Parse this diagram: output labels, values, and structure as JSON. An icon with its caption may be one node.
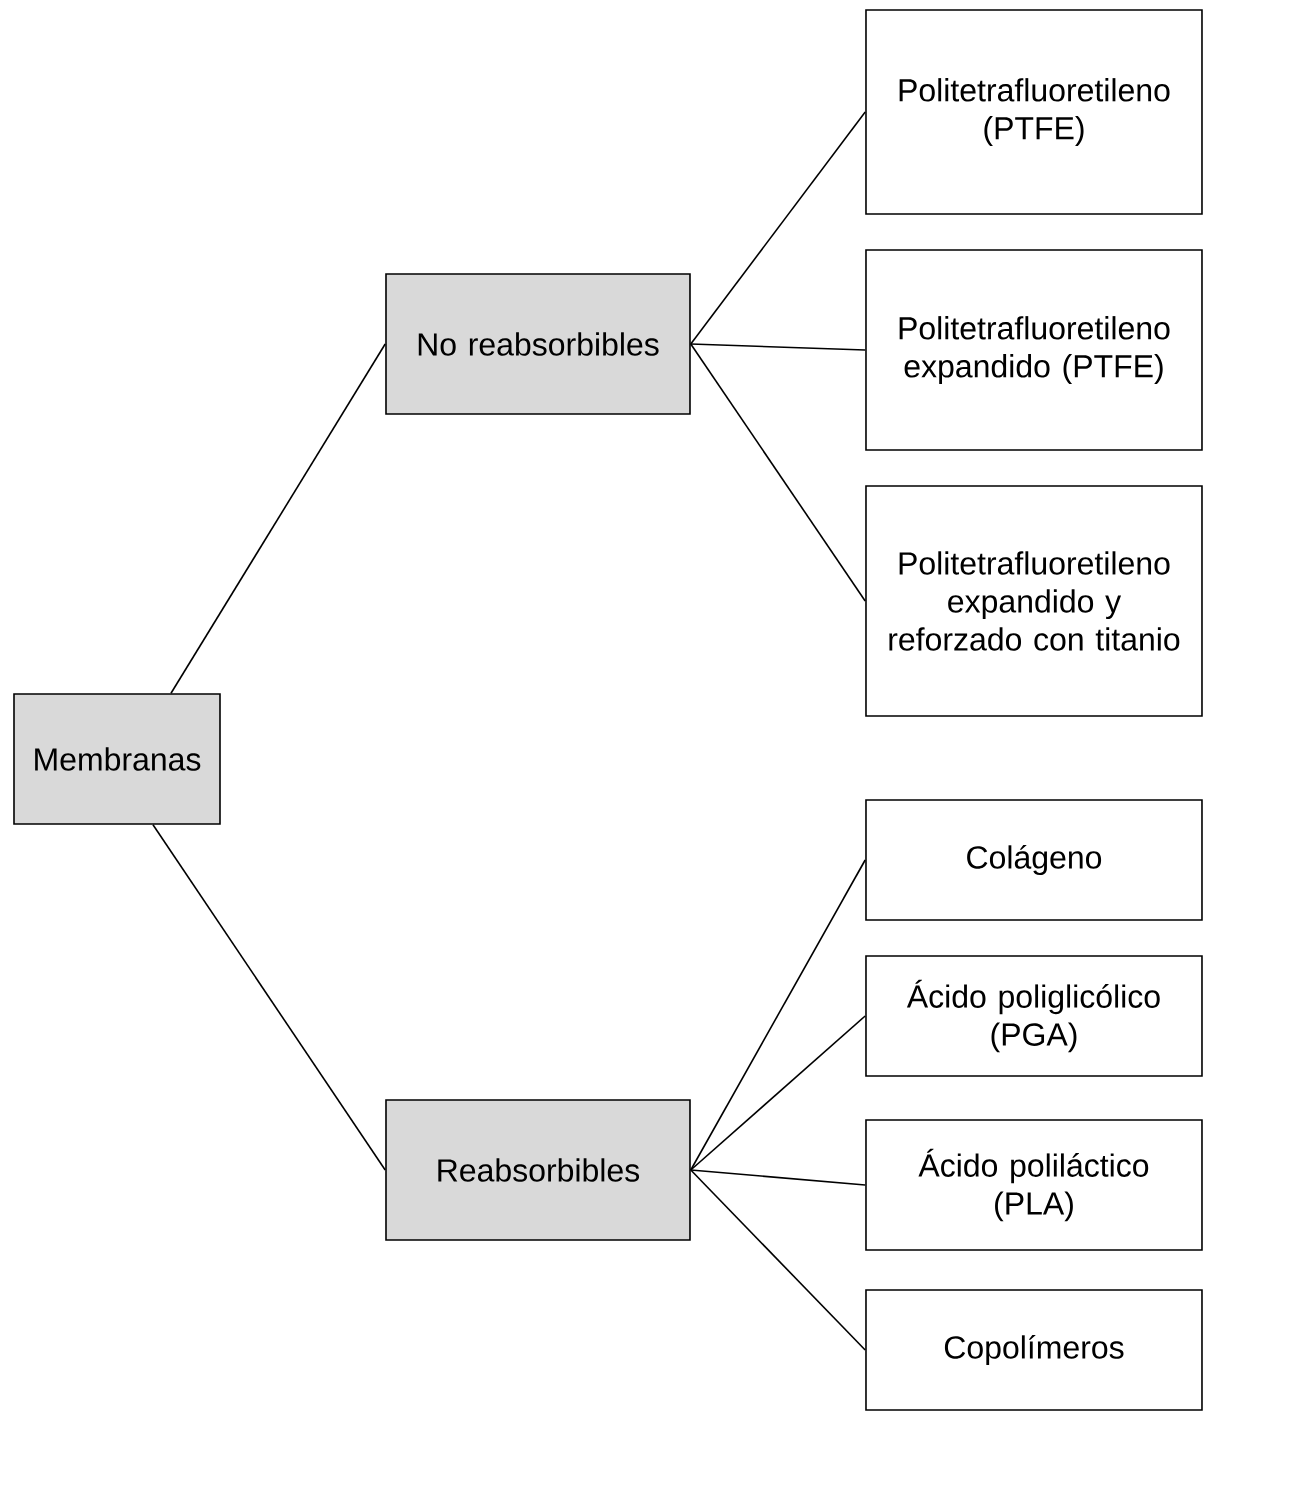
{
  "diagram": {
    "nodes": [
      {
        "text": [
          "Membranas"
        ]
      },
      {
        "text": [
          "No reabsorbibles"
        ]
      },
      {
        "text": [
          "Reabsorbibles"
        ]
      },
      {
        "text": [
          "Politetrafluoretileno (PTFE)"
        ]
      },
      {
        "text": [
          "Politetrafluoretileno expandido (PTFE)"
        ]
      },
      {
        "text": [
          "Politetrafluoretileno expandido y reforzado con titanio"
        ]
      },
      {
        "text": [
          "Colágeno"
        ]
      },
      {
        "text": [
          "Ácido poliglicólico (PGA)"
        ]
      },
      {
        "text": [
          "Ácido poliláctico (PLA)"
        ]
      },
      {
        "text": [
          "Copolímeros"
        ]
      }
    ],
    "edges": [
      {
        "from": 0,
        "to": 1,
        "arrow": "none"
      },
      {
        "from": 0,
        "to": 2,
        "arrow": "none"
      },
      {
        "from": 1,
        "to": 3,
        "arrow": "none"
      },
      {
        "from": 1,
        "to": 4,
        "arrow": "none"
      },
      {
        "from": 1,
        "to": 5,
        "arrow": "none"
      },
      {
        "from": 2,
        "to": 6,
        "arrow": "none"
      },
      {
        "from": 2,
        "to": 7,
        "arrow": "none"
      },
      {
        "from": 2,
        "to": 8,
        "arrow": "none"
      },
      {
        "from": 2,
        "to": 9,
        "arrow": "none"
      }
    ]
  }
}
